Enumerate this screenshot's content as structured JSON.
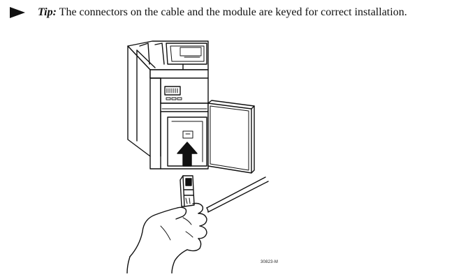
{
  "tip": {
    "label": "Tip:",
    "text": "The connectors on the cable and the module are keyed for correct installation."
  },
  "figure": {
    "id_label": "30823-M",
    "icons": {
      "bullet": "right-triangle-bullet-icon",
      "direction": "up-arrow-icon"
    }
  }
}
